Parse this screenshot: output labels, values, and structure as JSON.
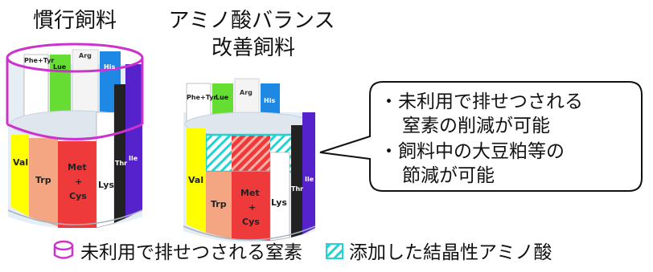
{
  "titles": {
    "conventional": "慣行飼料",
    "improved_line1": "アミノ酸バランス",
    "improved_line2": "改善飼料"
  },
  "upper_labels": {
    "phe_tyr": "Phe+Tyr",
    "lue": "Lue",
    "arg": "Arg",
    "his": "His"
  },
  "stave_labels": {
    "val": "Val",
    "trp": "Trp",
    "met": "Met",
    "plus": "+",
    "cys": "Cys",
    "lys": "Lys",
    "thr": "Thr",
    "ile": "Ile"
  },
  "callout": {
    "line1": "・未利用で排せつされる",
    "line2": "窒素の削減が可能",
    "line3": "・飼料中の大豆粕等の",
    "line4": "節減が可能"
  },
  "legend": {
    "unused_nitrogen": "未利用で排せつされる窒素",
    "added_amino": "添加した結晶性アミノ酸"
  },
  "colors": {
    "magenta": "#cc33cc",
    "cyan": "#22d3d3",
    "val": "#ffff00",
    "trp": "#f4a582",
    "met_cys": "#ee3a3a",
    "lys": "#ffffff",
    "thr": "#222222",
    "ile": "#5522cc",
    "phe_tyr": "#ffffff",
    "lue": "#66dd33",
    "arg": "#f4f4f4",
    "his": "#1e88e5"
  }
}
